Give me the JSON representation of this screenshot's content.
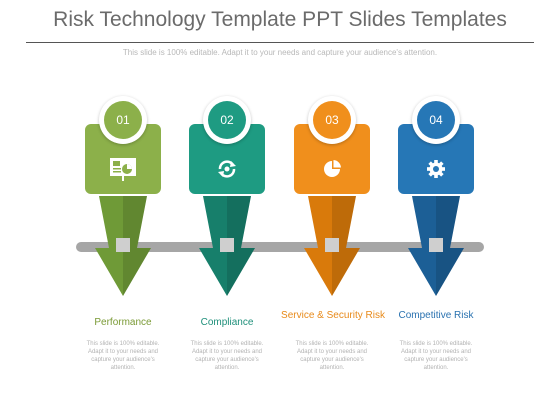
{
  "slide": {
    "title": "Risk Technology Template PPT Slides Templates",
    "subtitle": "This slide is 100% editable. Adapt it to your needs and capture your audience's attention."
  },
  "steps": [
    {
      "number": "01",
      "label": "Performance",
      "description": "This slide is 100% editable. Adapt it to your needs and capture your audience's attention.",
      "color": "#8cb04a",
      "arrow_color": "#6f9a37",
      "label_color": "#7a9a35",
      "icon": "presentation-chart-icon"
    },
    {
      "number": "02",
      "label": "Compliance",
      "description": "This slide is 100% editable. Adapt it to your needs and capture your audience's attention.",
      "color": "#1e9b82",
      "arrow_color": "#177f6b",
      "label_color": "#1e8f7a",
      "icon": "refresh-cycle-icon"
    },
    {
      "number": "03",
      "label": "Service & Security Risk",
      "description": "This slide is 100% editable. Adapt it to your needs and capture your audience's attention.",
      "color": "#f08f1c",
      "arrow_color": "#d97a0b",
      "label_color": "#e88a1a",
      "icon": "pie-chart-icon"
    },
    {
      "number": "04",
      "label": "Competitive Risk",
      "description": "This slide is 100% editable. Adapt it to your needs and capture your audience's attention.",
      "color": "#2677b6",
      "arrow_color": "#1c5f96",
      "label_color": "#2a72b0",
      "icon": "gear-icon"
    }
  ]
}
